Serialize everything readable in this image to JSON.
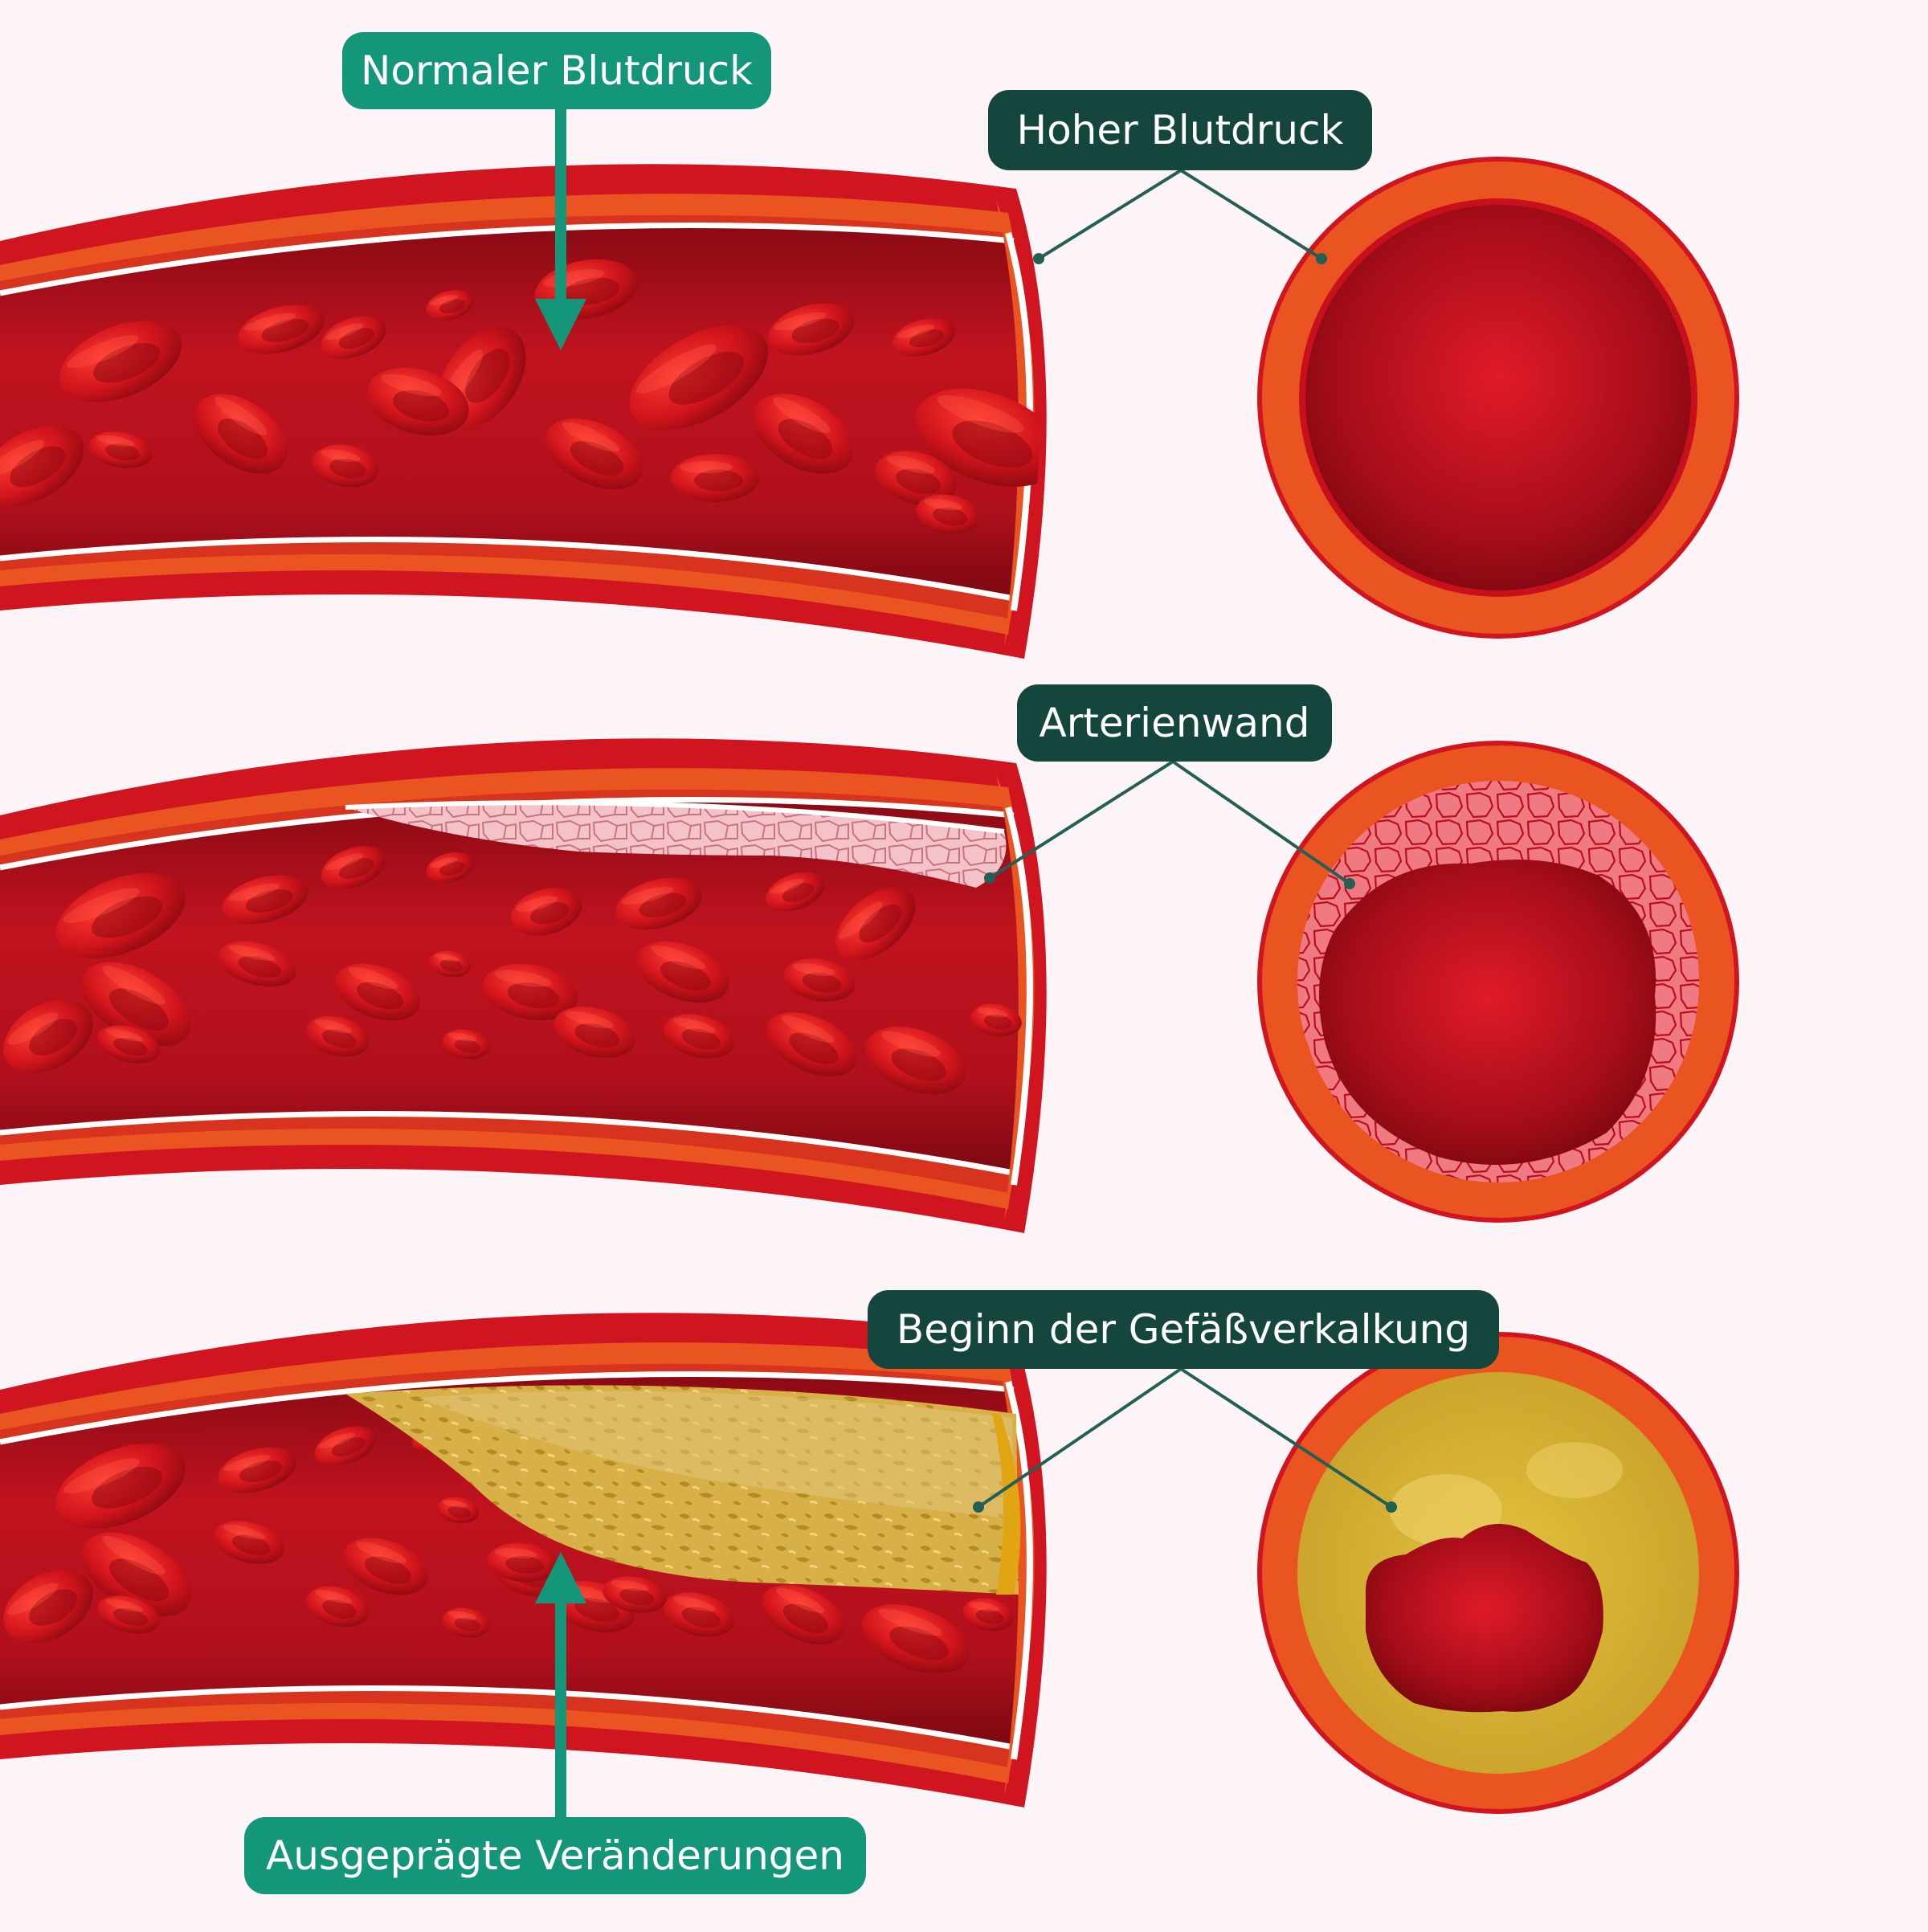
{
  "labels": {
    "normal_pressure": "Normaler Blutdruck",
    "high_pressure": "Hoher Blutdruck",
    "artery_wall": "Arterienwand",
    "calcification_onset": "Beginn der Gefäßverkalkung",
    "pronounced_changes": "Ausgeprägte Veränderungen"
  },
  "colors": {
    "teal_label": "#14967b",
    "dark_label": "#14463e",
    "vessel_outer": "#d01420",
    "vessel_wall": "#ea5420",
    "blood": "#b8121e",
    "plaque_fat": "#f0a8b0",
    "calcification": "#d8b23a",
    "background": "#fcf4f6"
  }
}
